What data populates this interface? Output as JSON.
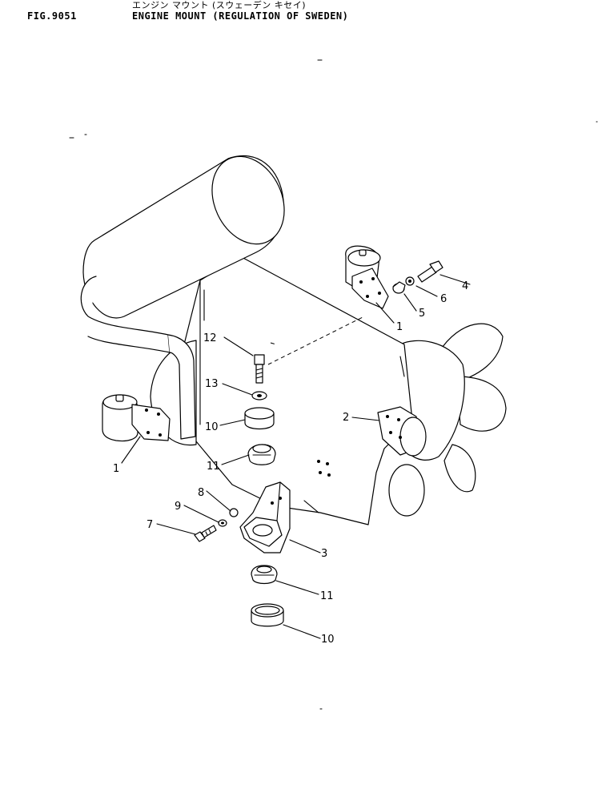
{
  "header": {
    "figure_number": "FIG.9051",
    "title_jp": "エンジン マウント (スウェーデン キセイ)",
    "title_en": "ENGINE MOUNT (REGULATION OF SWEDEN)"
  },
  "callouts": {
    "c1a": "1",
    "c1b": "1",
    "c2": "2",
    "c3": "3",
    "c4": "4",
    "c5": "5",
    "c6": "6",
    "c7": "7",
    "c8": "8",
    "c9": "9",
    "c10a": "10",
    "c10b": "10",
    "c11a": "11",
    "c11b": "11",
    "c12": "12",
    "c13": "13"
  }
}
